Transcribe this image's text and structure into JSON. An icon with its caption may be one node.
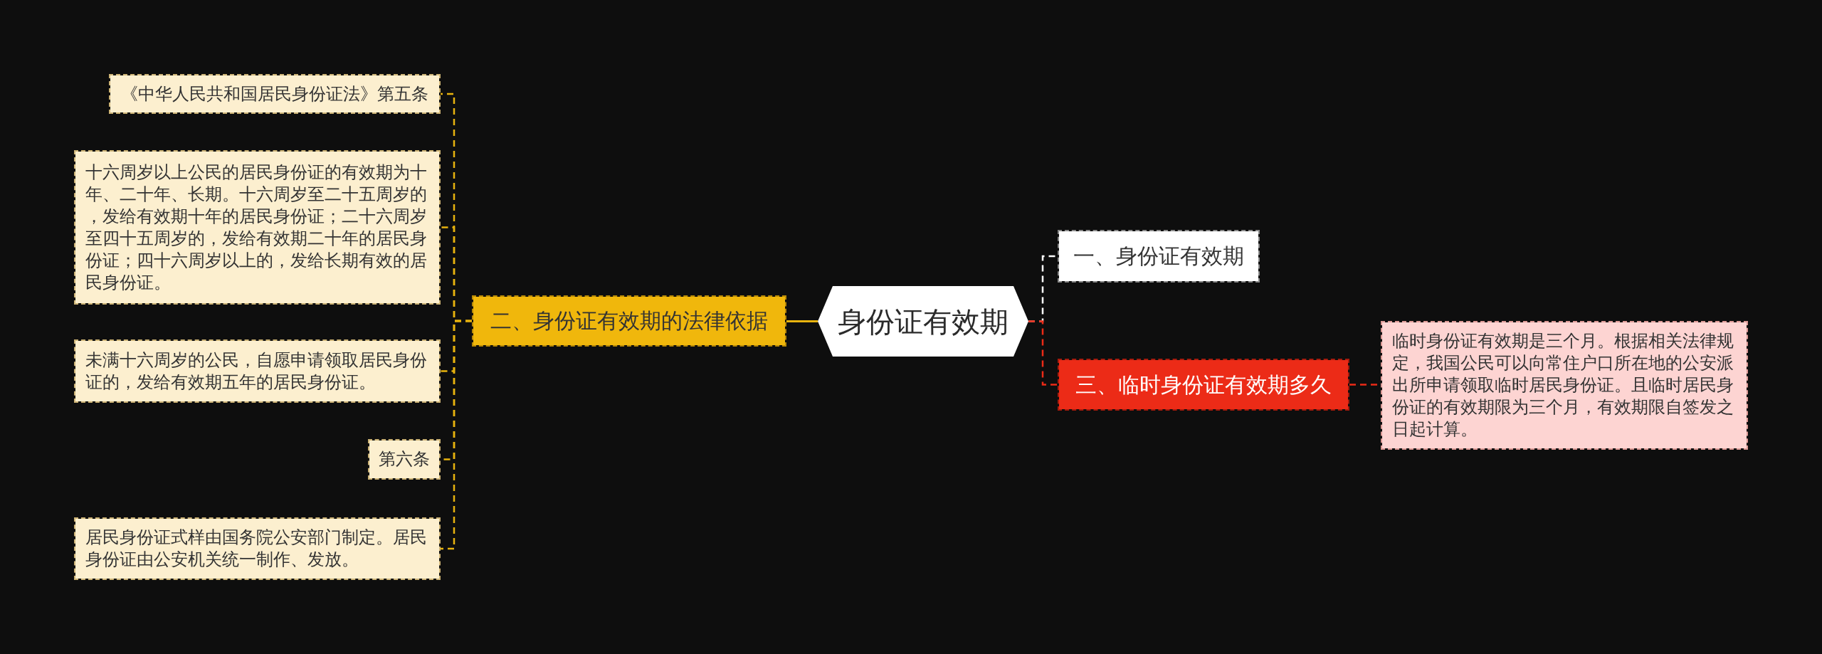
{
  "diagram": {
    "nodes": [
      {
        "text": [
          "身份证有效期"
        ]
      },
      {
        "text": [
          "二、身份证有效期的法律依据"
        ]
      },
      {
        "text": [
          "《中华人民共和国居民身份证法》第五条"
        ]
      },
      {
        "text": [
          "十六周岁以上公民的居民身份证的有效期为十年、二十年、长期。十六周岁至二十五周岁的，发给有效期十年的居民身份证；二十六周岁至四十五周岁的，发给有效期二十年的居民身份证；四十六周岁以上的，发给长期有效的居民身份证。"
        ]
      },
      {
        "text": [
          "未满十六周岁的公民，自愿申请领取居民身份证的，发给有效期五年的居民身份证。"
        ]
      },
      {
        "text": [
          "第六条"
        ]
      },
      {
        "text": [
          "居民身份证式样由国务院公安部门制定。居民身份证由公安机关统一制作、发放。"
        ]
      },
      {
        "text": [
          "一、身份证有效期"
        ]
      },
      {
        "text": [
          "三、临时身份证有效期多久"
        ]
      },
      {
        "text": [
          "临时身份证有效期是三个月。根据相关法律规定，我国公民可以向常住户口所在地的公安派出所申请领取临时居民身份证。且临时居民身份证的有效期限为三个月，有效期限自签发之日起计算。"
        ]
      }
    ],
    "edges": [
      {
        "from": 0,
        "to": 1,
        "arrow": "none"
      },
      {
        "from": 1,
        "to": 2,
        "arrow": "none",
        "style": "dashed"
      },
      {
        "from": 1,
        "to": 3,
        "arrow": "none",
        "style": "dashed"
      },
      {
        "from": 1,
        "to": 4,
        "arrow": "none",
        "style": "dashed"
      },
      {
        "from": 1,
        "to": 5,
        "arrow": "none",
        "style": "dashed"
      },
      {
        "from": 1,
        "to": 6,
        "arrow": "none",
        "style": "dashed"
      },
      {
        "from": 0,
        "to": 7,
        "arrow": "none",
        "style": "dashed",
        "color": "#ffffff"
      },
      {
        "from": 0,
        "to": 8,
        "arrow": "none",
        "style": "dashed",
        "color": "#ec2b17"
      },
      {
        "from": 8,
        "to": 9,
        "arrow": "none",
        "style": "dashed",
        "color": "#ec2b17"
      }
    ]
  }
}
